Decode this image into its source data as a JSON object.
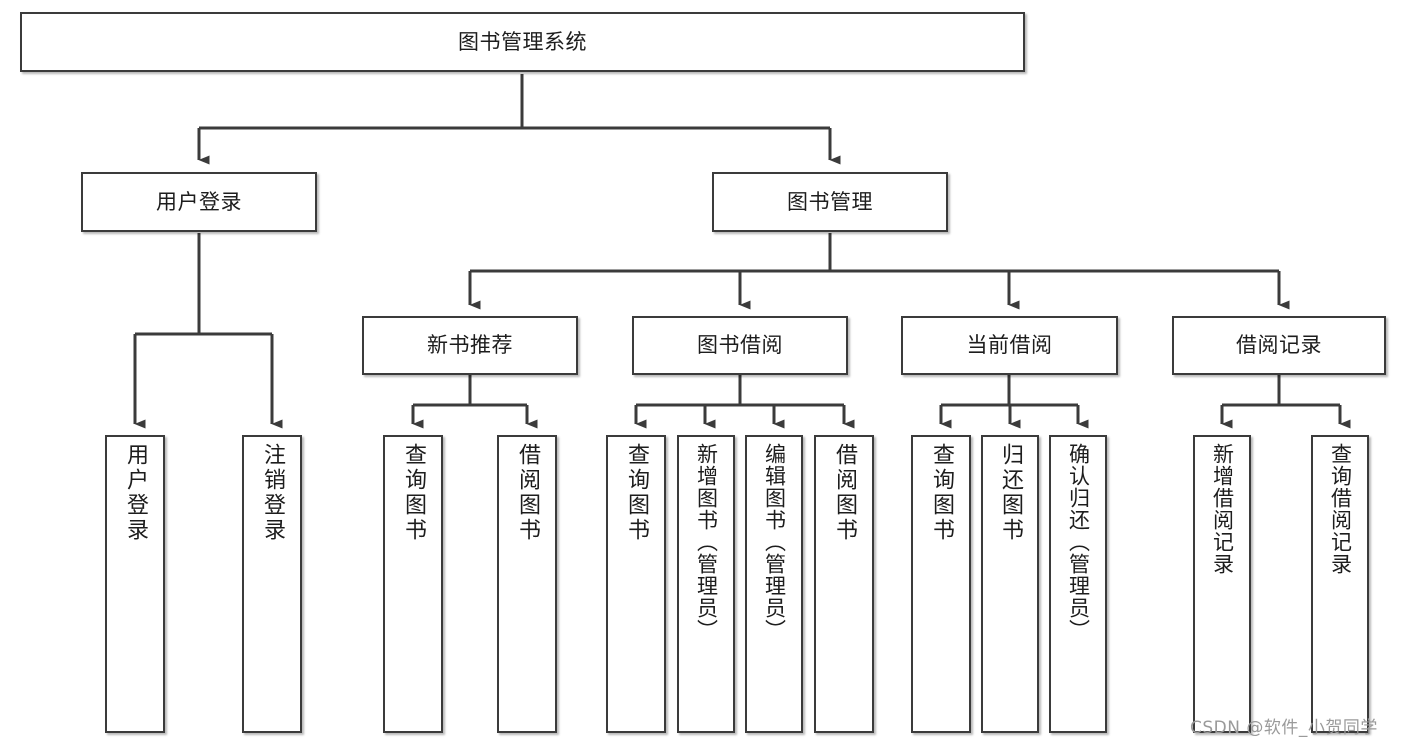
{
  "diagram": {
    "type": "tree-hierarchy",
    "title": "图书管理系统",
    "watermark": "CSDN @软件_小贺同学",
    "colors": {
      "box_border": "#3b3b3b",
      "box_fill": "#ffffff",
      "connector": "#3b3b3b",
      "text": "#1d1d1d",
      "watermark": "#9a9a9a",
      "background": "#ffffff"
    },
    "root": {
      "id": "root",
      "label": "图书管理系统"
    },
    "level2": [
      {
        "id": "user-login",
        "label": "用户登录"
      },
      {
        "id": "book-management",
        "label": "图书管理"
      }
    ],
    "level3": [
      {
        "id": "new-book-recommend",
        "label": "新书推荐",
        "parent": "book-management"
      },
      {
        "id": "book-borrow",
        "label": "图书借阅",
        "parent": "book-management"
      },
      {
        "id": "current-borrow",
        "label": "当前借阅",
        "parent": "book-management"
      },
      {
        "id": "borrow-record",
        "label": "借阅记录",
        "parent": "book-management"
      }
    ],
    "leaves": [
      {
        "id": "leaf-user-login",
        "label": "用户登录",
        "parent": "user-login"
      },
      {
        "id": "leaf-user-logout",
        "label": "注销登录",
        "parent": "user-login"
      },
      {
        "id": "leaf-query-book-1",
        "label": "查询图书",
        "parent": "new-book-recommend"
      },
      {
        "id": "leaf-borrow-book-1",
        "label": "借阅图书",
        "parent": "new-book-recommend"
      },
      {
        "id": "leaf-query-book-2",
        "label": "查询图书",
        "parent": "book-borrow"
      },
      {
        "id": "leaf-add-book",
        "label": "新增图书（管理员）",
        "parent": "book-borrow"
      },
      {
        "id": "leaf-edit-book",
        "label": "编辑图书（管理员）",
        "parent": "book-borrow"
      },
      {
        "id": "leaf-borrow-book-2",
        "label": "借阅图书",
        "parent": "book-borrow"
      },
      {
        "id": "leaf-query-book-3",
        "label": "查询图书",
        "parent": "current-borrow"
      },
      {
        "id": "leaf-return-book",
        "label": "归还图书",
        "parent": "current-borrow"
      },
      {
        "id": "leaf-confirm-return",
        "label": "确认归还（管理员）",
        "parent": "current-borrow"
      },
      {
        "id": "leaf-add-record",
        "label": "新增借阅记录",
        "parent": "borrow-record"
      },
      {
        "id": "leaf-query-record",
        "label": "查询借阅记录",
        "parent": "borrow-record"
      }
    ]
  }
}
